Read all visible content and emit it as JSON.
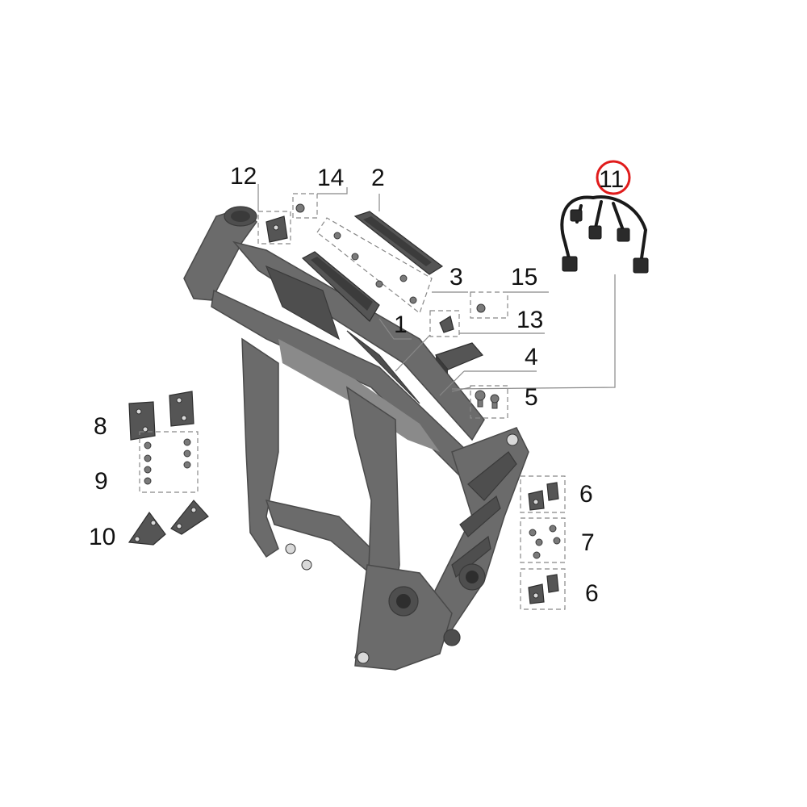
{
  "diagram": {
    "callouts": {
      "c1": "1",
      "c2": "2",
      "c3": "3",
      "c4": "4",
      "c5": "5",
      "c6a": "6",
      "c6b": "6",
      "c7": "7",
      "c8": "8",
      "c9": "9",
      "c10": "10",
      "c11": "11",
      "c12": "12",
      "c13": "13",
      "c14": "14",
      "c15": "15"
    },
    "highlight": {
      "callout": "11",
      "color": "#e01b1b"
    },
    "colors": {
      "frame": "#6b6b6b",
      "part": "#555555",
      "leader": "#888888",
      "text": "#111111"
    }
  }
}
